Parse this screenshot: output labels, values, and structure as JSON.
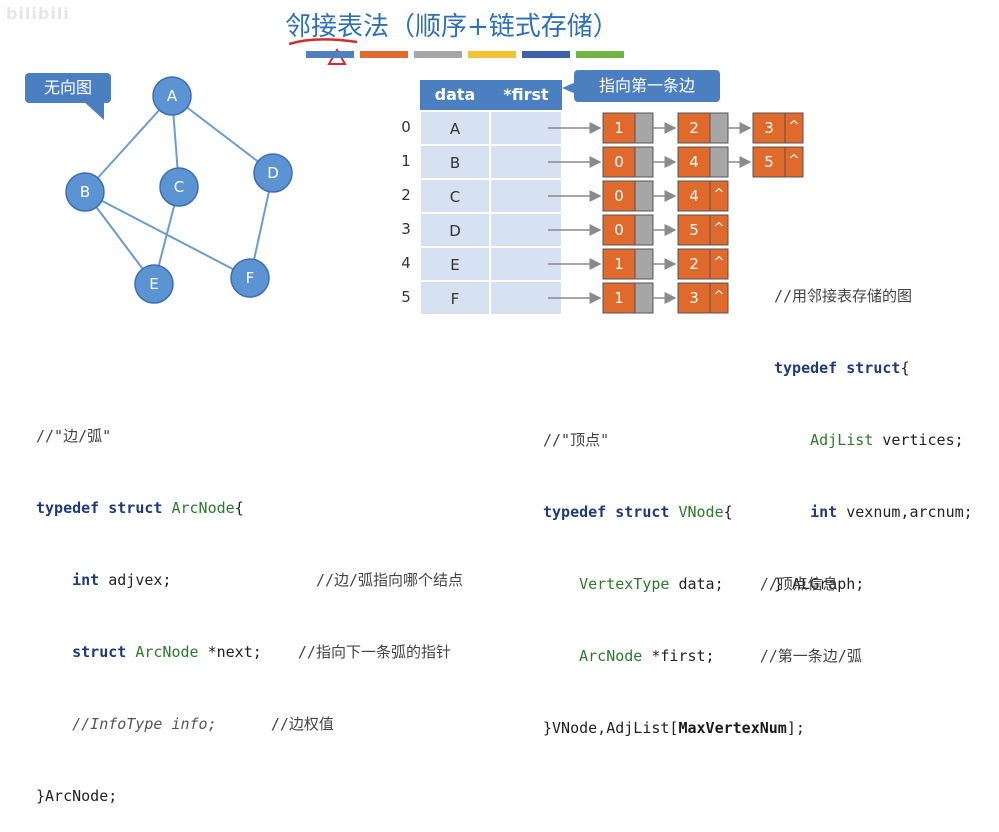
{
  "watermark": "bilibili",
  "title": "邻接表法（顺序+链式存储）",
  "color_bars": [
    "#4f7fc0",
    "#e0692c",
    "#a6a6a6",
    "#f2c230",
    "#3d62a8",
    "#72b545"
  ],
  "graph": {
    "callout": "无向图",
    "nodes": [
      "A",
      "B",
      "C",
      "D",
      "E",
      "F"
    ],
    "edges": [
      [
        "A",
        "B"
      ],
      [
        "A",
        "C"
      ],
      [
        "A",
        "D"
      ],
      [
        "B",
        "E"
      ],
      [
        "B",
        "F"
      ],
      [
        "C",
        "E"
      ],
      [
        "D",
        "F"
      ]
    ]
  },
  "table": {
    "headers": [
      "data",
      "*first"
    ],
    "callout": "指向第一条边",
    "rows": [
      {
        "index": "0",
        "data": "A",
        "chain": [
          "1",
          "2",
          "3"
        ]
      },
      {
        "index": "1",
        "data": "B",
        "chain": [
          "0",
          "4",
          "5"
        ]
      },
      {
        "index": "2",
        "data": "C",
        "chain": [
          "0",
          "4"
        ]
      },
      {
        "index": "3",
        "data": "D",
        "chain": [
          "0",
          "5"
        ]
      },
      {
        "index": "4",
        "data": "E",
        "chain": [
          "1",
          "2"
        ]
      },
      {
        "index": "5",
        "data": "F",
        "chain": [
          "1",
          "3"
        ]
      }
    ],
    "null_symbol": "^"
  },
  "code_algraph": {
    "comment": "//用邻接表存储的图",
    "l1_kw": "typedef struct",
    "l1_rest": "{",
    "l2_type": "AdjList",
    "l2_rest": " vertices;",
    "l3_kw": "int",
    "l3_rest": " vexnum,arcnum;",
    "l4": "} ALGraph;"
  },
  "code_arcnode": {
    "l0": "//\"边/弧\"",
    "l1_kw": "typedef struct",
    "l1_name": "ArcNode",
    "l1_rest": "{",
    "l2_kw": "int",
    "l2_rest": " adjvex;",
    "l2_cm": "//边/弧指向哪个结点",
    "l3_kw": "struct",
    "l3_type": "ArcNode",
    "l3_rest": " *next;",
    "l3_cm": "//指向下一条弧的指针",
    "l4_it": "//InfoType info;",
    "l4_cm": "//边权值",
    "l5": "}ArcNode;"
  },
  "code_vnode": {
    "l0": "//\"顶点\"",
    "l1_kw": "typedef struct",
    "l1_name": "VNode",
    "l1_rest": "{",
    "l2_type": "VertexType",
    "l2_rest": " data;",
    "l2_cm": "//顶点信息",
    "l3_type": "ArcNode",
    "l3_rest": " *first;",
    "l3_cm": "//第一条边/弧",
    "l4_a": "}VNode,AdjList[",
    "l4_b": "MaxVertexNum",
    "l4_c": "];"
  }
}
